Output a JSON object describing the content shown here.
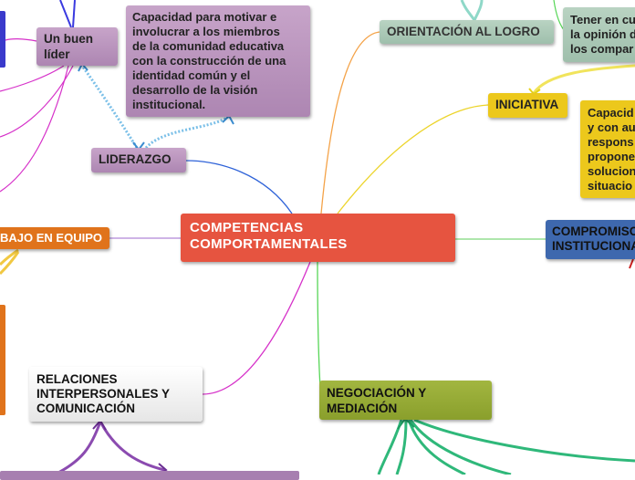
{
  "central": {
    "title": "COMPETENCIAS\nCOMPORTAMENTALES"
  },
  "nodes": {
    "orientacion": "ORIENTACIÓN AL LOGRO",
    "opinion": "Tener en cu\nla opinión d\nlos compar",
    "iniciativa": "INICIATIVA",
    "iniciativa_desc": "Capacid\ny con au\nrespons\npropone\nsolucion\nsituacio",
    "compromiso": "COMPROMISO\nINSTITUCIONAL",
    "negociacion": "NEGOCIACIÓN Y\nMEDIACIÓN",
    "relaciones": "RELACIONES\nINTERPERSONALES Y\nCOMUNICACIÓN",
    "trabajo": "BAJO EN EQUIPO",
    "liderazgo": "LIDERAZGO",
    "buen_lider": "Un buen\nlíder",
    "liderazgo_desc": "Capacidad para motivar e\ninvolucrar a los miembros\nde la comunidad educativa\ncon la construcción de una\nidentidad común y el\ndesarrollo de la visión\ninstitucional."
  },
  "colors": {
    "central": "#e65440",
    "orientacion": "#a9c7b5",
    "iniciativa": "#ecc81c",
    "compromiso": "#3e68ae",
    "negociacion": "#98ab35",
    "liderazgo": "#b995bd",
    "trabajo": "#e0731b"
  }
}
